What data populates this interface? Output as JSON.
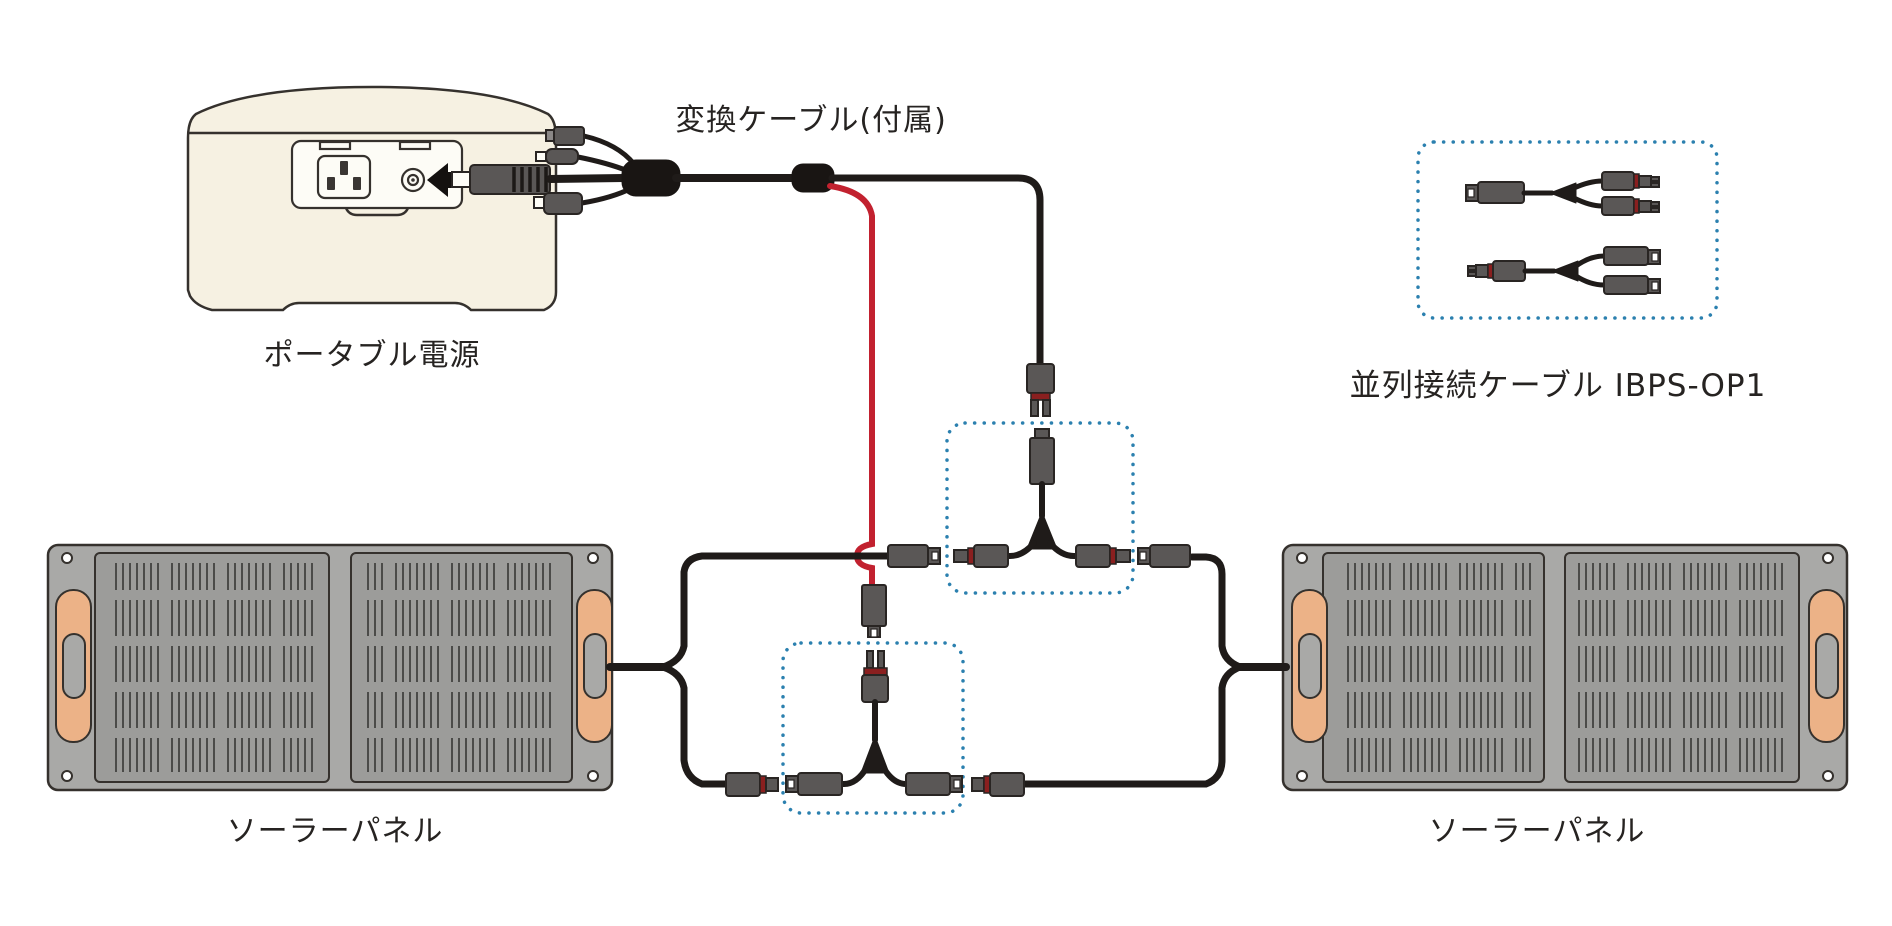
{
  "diagram": {
    "labels": {
      "power_station": "ポータブル電源",
      "conversion_cable": "変換ケーブル(付属)",
      "parallel_cable": "並列接続ケーブル IBPS-OP1",
      "solar_panel_left": "ソーラーパネル",
      "solar_panel_right": "ソーラーパネル"
    },
    "icons": {
      "insert_arrow": "solid-left-arrow"
    },
    "colors": {
      "dotted_box_blue": "#2b80af",
      "cable_black": "#1f1b19",
      "cable_red": "#c2212f",
      "power_station_body": "#f6f1e2",
      "panel_frame_gray": "#a9a9a7",
      "panel_cell_gray": "#9c9c9a",
      "handle_orange": "#ecb287",
      "connector_gray": "#5a5756",
      "connector_red_band": "#8a1f1f"
    }
  }
}
